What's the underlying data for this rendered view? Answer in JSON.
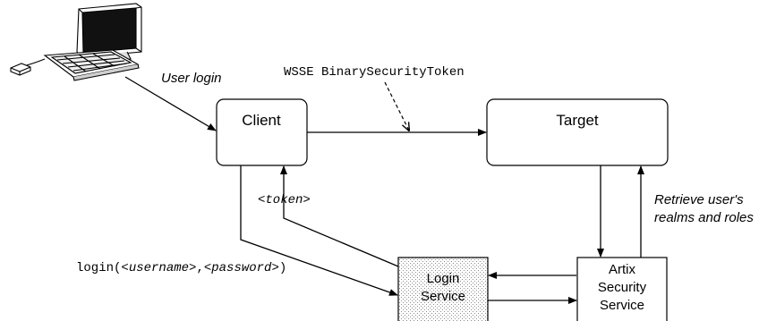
{
  "nodes": {
    "client": "Client",
    "target": "Target",
    "login_service": [
      "Login",
      "Service"
    ],
    "security_service": [
      "Artix",
      "Security",
      "Service"
    ]
  },
  "labels": {
    "user_login": "User login",
    "token_type": "WSSE BinarySecurityToken",
    "token": "<token>",
    "retrieve": [
      "Retrieve user's",
      "realms and roles"
    ],
    "login_call": {
      "prefix": "login(",
      "username": "<username>",
      "comma": ",",
      "password": "<password>",
      "suffix": ")"
    }
  },
  "icons": {
    "user_workstation": "computer-workstation-icon"
  }
}
